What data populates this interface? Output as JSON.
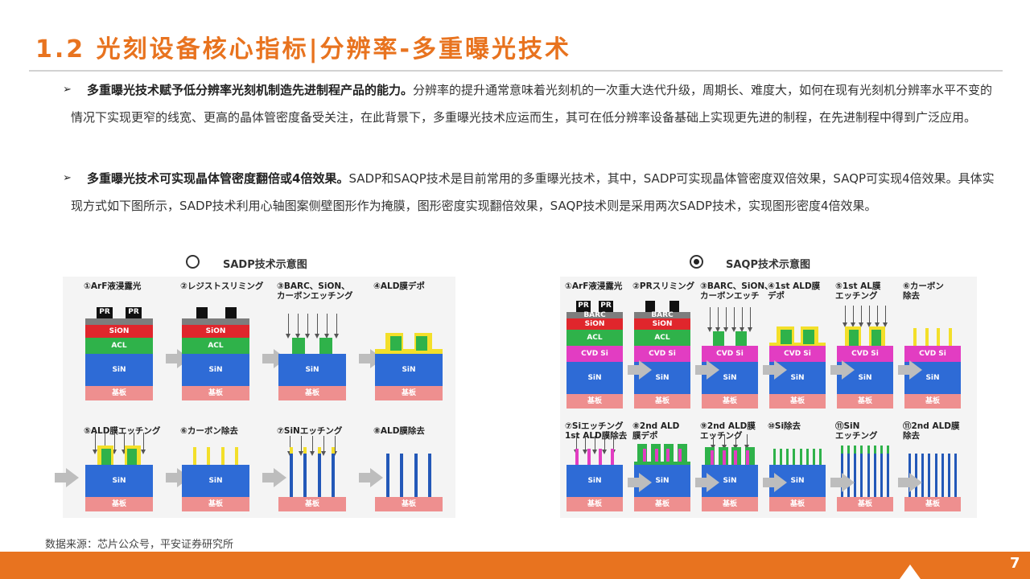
{
  "title": "1.2 光刻设备核心指标|分辨率-多重曝光技术",
  "bullets": [
    {
      "bold": "多重曝光技术赋予低分辨率光刻机制造先进制程产品的能力。",
      "text": "分辨率的提升通常意味着光刻机的一次重大迭代升级，周期长、难度大，如何在现有光刻机分辨率水平不变的情况下实现更窄的线宽、更高的晶体管密度备受关注，在此背景下，多重曝光技术应运而生，其可在低分辨率设备基础上实现更先进的制程，在先进制程中得到广泛应用。"
    },
    {
      "bold": "多重曝光技术可实现晶体管密度翻倍或4倍效果。",
      "text": "SADP和SAQP技术是目前常用的多重曝光技术，其中，SADP可实现晶体管密度双倍效果，SAQP可实现4倍效果。具体实现方式如下图所示，SADP技术利用心轴图案侧壁图形作为掩膜，图形密度实现翻倍效果，SAQP技术则是采用两次SADP技术，实现图形密度4倍效果。"
    }
  ],
  "bullet_marker": "➢",
  "figures": {
    "sadp": {
      "label": "SADP技术示意图",
      "steps": [
        "①ArF液浸露光",
        "②レジストスリミング",
        "③BARC、SiON、\nカーボンエッチング",
        "④ALD膜デポ",
        "⑤ALD膜エッチング",
        "⑥カーボン除去",
        "⑦SiNエッチング",
        "⑧ALD膜除去"
      ]
    },
    "saqp": {
      "label": "SAQP技术示意图",
      "steps": [
        "①ArF液浸露光",
        "②PRスリミング",
        "③BARC、SiON、\nカーボンエッチ",
        "④1st ALD膜\nデポ",
        "⑤1st AL膜\nエッチング",
        "⑥カーボン\n除去",
        "⑦Siエッチング\n1st ALD膜除去",
        "⑧2nd ALD\n膜デポ",
        "⑨2nd ALD膜\nエッチング",
        "⑩Si除去",
        "⑪SiN\nエッチング",
        "⑪2nd ALD膜\n除去"
      ]
    },
    "layers": {
      "pr": "PR",
      "barc": "BARC",
      "sion": "SiON",
      "acl": "ACL",
      "cvd": "CVD Si",
      "sin": "SiN",
      "sub": "基板"
    }
  },
  "source": "数据来源：芯片公众号，平安证券研究所",
  "page_number": "7",
  "colors": {
    "accent": "#e8731f",
    "sin": "#2e6bd6",
    "acl": "#2fb24a",
    "sion": "#e0262c",
    "cvd": "#e23dc2",
    "substrate": "#ee8f8f",
    "ald": "#f3df2a"
  }
}
